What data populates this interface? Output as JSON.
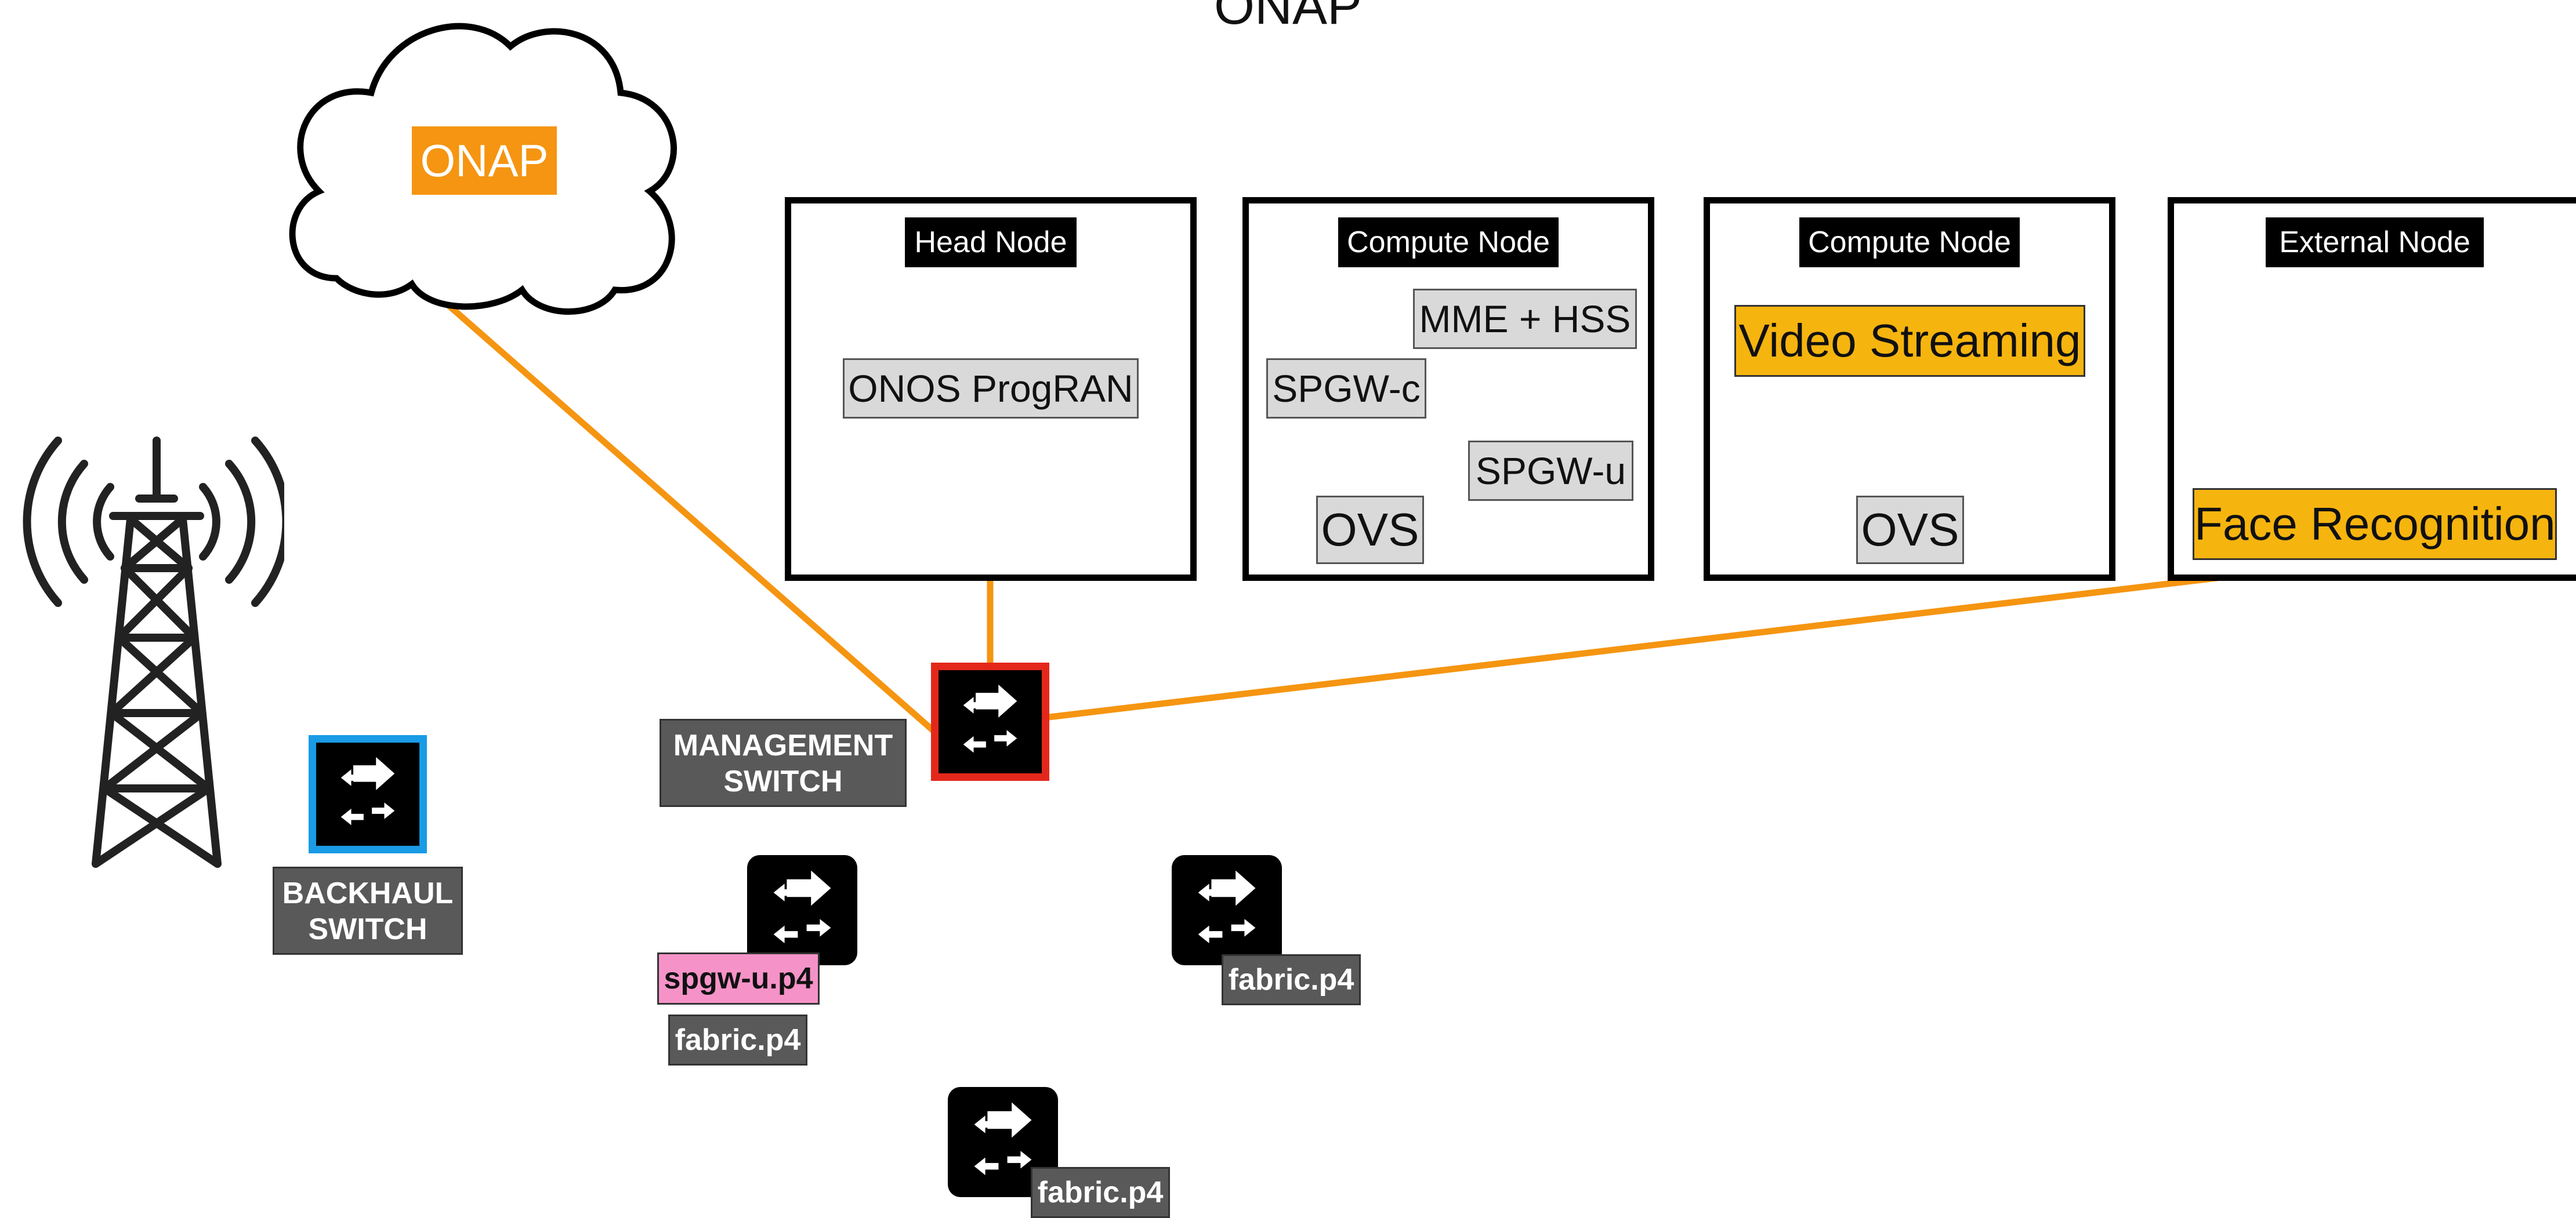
{
  "title": "ONAP",
  "onap_cloud": {
    "label": "ONAP"
  },
  "nodes": {
    "head": {
      "title": "Head Node",
      "services": [
        "ONOS ProgRAN"
      ]
    },
    "compute1": {
      "title": "Compute Node",
      "services": [
        "MME + HSS",
        "SPGW-c",
        "SPGW-u",
        "OVS"
      ]
    },
    "compute2": {
      "title": "Compute Node",
      "services": [
        "Video Streaming",
        "OVS"
      ]
    },
    "external": {
      "title": "External Node",
      "services": [
        "Face Recognition"
      ]
    }
  },
  "switches": {
    "backhaul": {
      "label_line1": "BACKHAUL",
      "label_line2": "SWITCH",
      "border_color": "#1a9be6"
    },
    "management": {
      "label_line1": "MANAGEMENT",
      "label_line2": "SWITCH",
      "border_color": "#e3281b"
    },
    "leaf1": {
      "programs": [
        "spgw-u.p4",
        "fabric.p4"
      ]
    },
    "leaf2": {
      "programs": [
        "fabric.p4"
      ]
    },
    "spine": {
      "programs": [
        "fabric.p4"
      ]
    }
  },
  "colors": {
    "link": "#f59511",
    "service_box": "#d9d9d9",
    "app_box": "#f6b40e",
    "p4_spgw": "#f593c8",
    "p4_fabric": "#595959"
  },
  "icons": [
    "cell-tower-icon",
    "cloud-icon",
    "network-switch-icon"
  ]
}
